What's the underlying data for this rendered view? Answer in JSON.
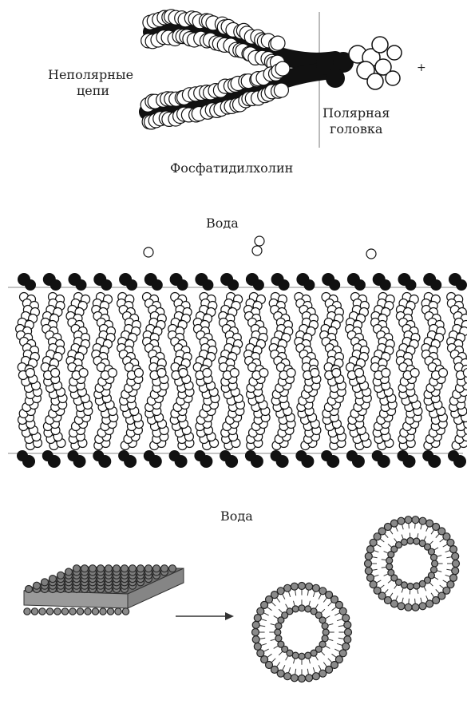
{
  "molecule": {
    "nonpolar_line1": "Неполярные",
    "nonpolar_line2": "цепи",
    "polar_line1": "Полярная",
    "polar_line2": "головка",
    "caption": "Фосфатидилхолин",
    "plus_sign": "+"
  },
  "bilayer": {
    "water_top": "Вода",
    "water_bottom": "Вода"
  },
  "assembly": {
    "arrow_icon": "right-arrow-icon"
  }
}
